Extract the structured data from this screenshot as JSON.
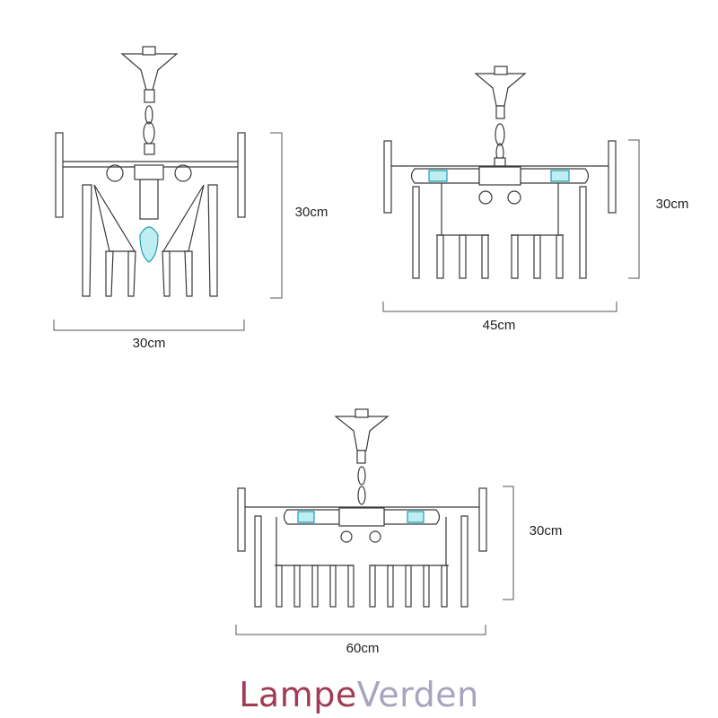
{
  "dimensions": {
    "small": {
      "width_label": "30cm",
      "height_label": "30cm"
    },
    "medium": {
      "width_label": "45cm",
      "height_label": "30cm"
    },
    "large": {
      "width_label": "60cm",
      "height_label": "30cm"
    }
  },
  "brand": {
    "part1": "Lampe",
    "part2": "Verden",
    "color1": "#a23b55",
    "color2": "#a9a3bf"
  },
  "accent": {
    "bulb": "#1f9fb0"
  }
}
